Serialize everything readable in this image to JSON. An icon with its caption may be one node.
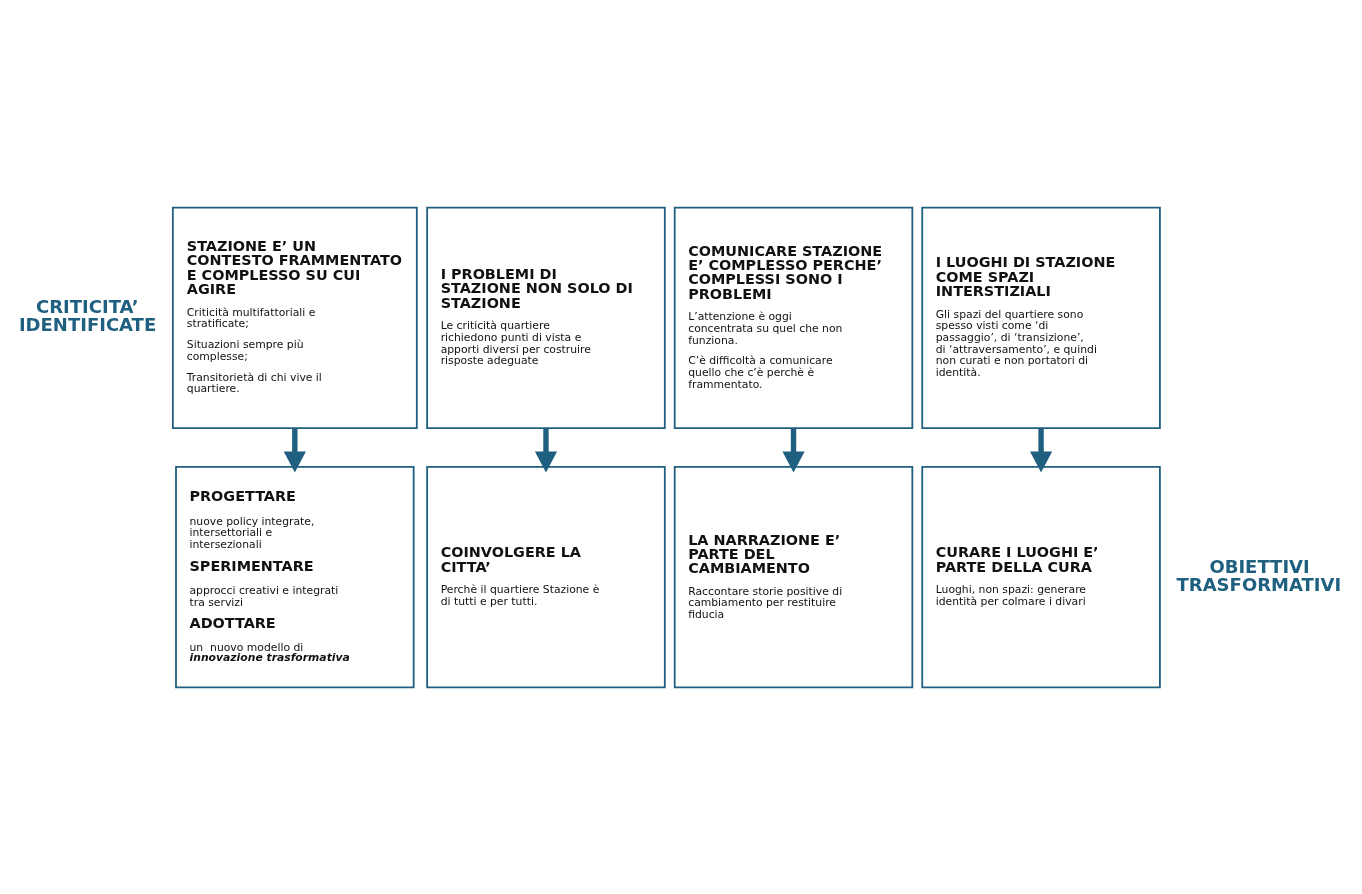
{
  "diagram": {
    "nodes": [
      {
        "text": [
          "STAZIONE E’ UN CONTESTO FRAMMENTATO E COMPLESSO SU CUI AGIRE",
          "Criticità multifattoriali e stratificate;",
          "Situazioni sempre più complesse;",
          "Transitorietà di chi vive il quartiere."
        ]
      },
      {
        "text": [
          "I PROBLEMI DI STAZIONE NON SOLO DI STAZIONE",
          "Le criticità quartiere richiedono punti di vista e apporti diversi per costruire risposte adeguate"
        ]
      },
      {
        "text": [
          "COMUNICARE STAZIONE E’ COMPLESSO PERCHE’ COMPLESSI SONO I PROBLEMI",
          "L’attenzione è oggi concentrata su quel che non funziona.",
          "C’è difficoltà a comunicare quello che c’è perchè è frammentato."
        ]
      },
      {
        "text": [
          "I LUOGHI DI STAZIONE COME SPAZI INTERSTIZIALI",
          "Gli spazi del quartiere sono spesso visti come ‘di passaggio’, di ‘transizione’, di ‘attraversamento’, e quindi non curati e non portatori di identità."
        ]
      },
      {
        "text": [
          "PROGETTARE",
          "nuove policy integrate, intersettoriali e intersezionali",
          "SPERIMENTARE",
          "approcci creativi e integrati tra servizi",
          "ADOTTARE",
          "un  nuovo modello di *innovazione trasformativa*"
        ]
      },
      {
        "text": [
          "COINVOLGERE LA CITTA’",
          "Perchè il quartiere Stazione è di tutti e per tutti."
        ]
      },
      {
        "text": [
          "LA NARRAZIONE E’ PARTE DEL CAMBIAMENTO",
          "Raccontare storie positive di cambiamento per restituire fiducia"
        ]
      },
      {
        "text": [
          "CURARE I LUOGHI E’ PARTE DELLA CURA",
          "Luoghi, non spazi: generare identità per colmare i divari"
        ]
      }
    ],
    "edges": [
      {
        "from": 0,
        "to": 4,
        "arrow": "to"
      },
      {
        "from": 1,
        "to": 5,
        "arrow": "to"
      },
      {
        "from": 2,
        "to": 6,
        "arrow": "to"
      },
      {
        "from": 3,
        "to": 7,
        "arrow": "to"
      }
    ],
    "labels": [
      "CRITICITA’ IDENTIFICATE",
      "OBIETTIVI TRASFORMATIVI"
    ]
  }
}
